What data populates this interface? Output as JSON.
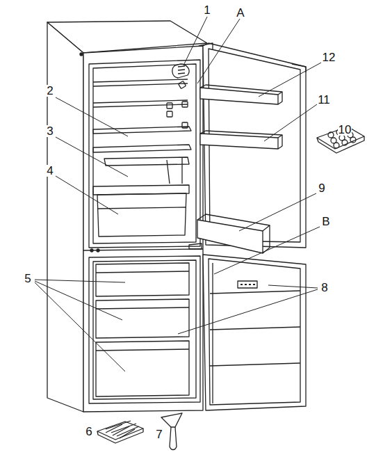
{
  "diagram": {
    "labels": [
      "1",
      "A",
      "12",
      "2",
      "11",
      "10",
      "3",
      "4",
      "9",
      "B",
      "5",
      "8",
      "6",
      "7"
    ]
  }
}
